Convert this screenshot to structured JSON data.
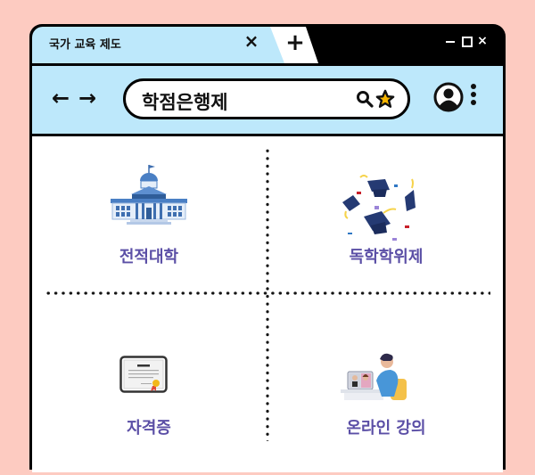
{
  "tab": {
    "title": "국가 교육 제도",
    "close_icon": "×",
    "new_tab_icon": "+"
  },
  "window_controls": {
    "minimize": "minimize-icon",
    "maximize": "maximize-icon",
    "close": "×"
  },
  "toolbar": {
    "back_icon": "←",
    "forward_icon": "→",
    "address_value": "학점은행제",
    "search_icon": "search-icon",
    "bookmark_icon": "star-icon",
    "profile_icon": "user-icon",
    "menu_icon": "kebab-icon"
  },
  "colors": {
    "page_bg": "#fdcbc1",
    "toolbar_bg": "#bde8fb",
    "label_color": "#5b4fa6",
    "star_color": "#f7b500"
  },
  "grid": {
    "items": [
      {
        "label": "전적대학",
        "icon": "university-building-icon"
      },
      {
        "label": "독학학위제",
        "icon": "graduation-caps-icon"
      },
      {
        "label": "자격증",
        "icon": "certificate-icon"
      },
      {
        "label": "온라인 강의",
        "icon": "online-lecture-icon"
      }
    ]
  }
}
